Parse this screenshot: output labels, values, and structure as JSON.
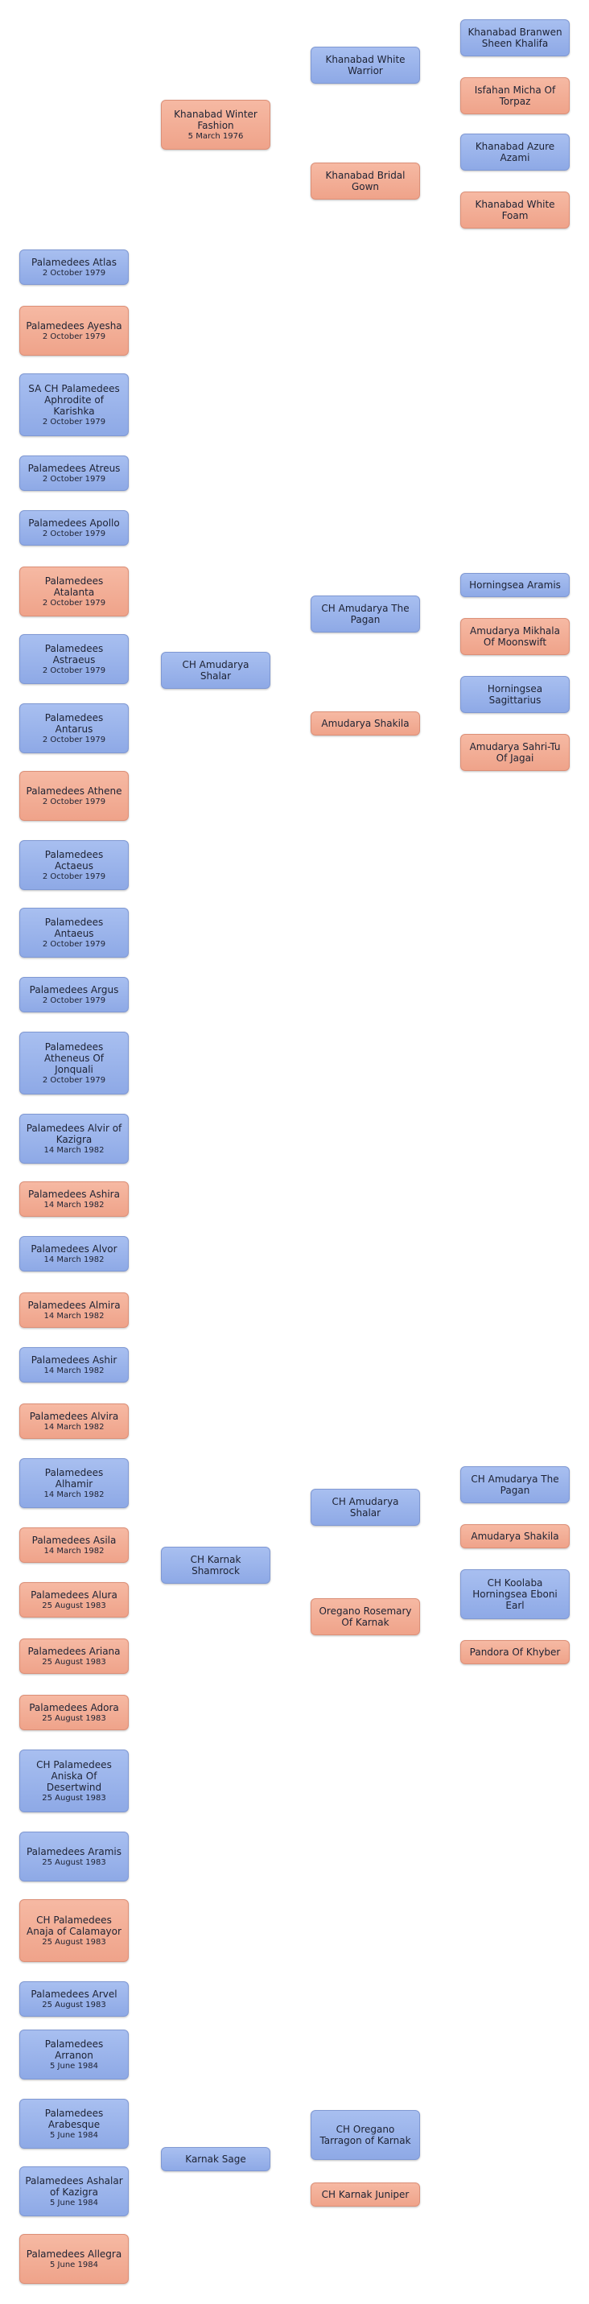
{
  "colors": {
    "male": "#96aeea",
    "female": "#f2ab92"
  },
  "groups": [
    {
      "sire": {
        "name": "Khanabad White Warrior",
        "sex": "male"
      },
      "dam": {
        "name": "Khanabad Winter Fashion",
        "date": "5 March 1976",
        "sex": "female"
      },
      "sire_parents": [
        {
          "name": "Khanabad Branwen Sheen Khalifa",
          "sex": "male"
        },
        {
          "name": "Isfahan Micha Of Torpaz",
          "sex": "female"
        }
      ],
      "dam_parents_label": "Khanabad Bridal Gown",
      "dam_parents": [
        {
          "name": "Khanabad Azure Azami",
          "sex": "male"
        },
        {
          "name": "Khanabad White Foam",
          "sex": "female"
        }
      ]
    },
    {
      "sire": {
        "name": "CH Amudarya Shalar",
        "sex": "male"
      },
      "grandsire": {
        "name": "CH Amudarya The Pagan",
        "sex": "male"
      },
      "granddam": {
        "name": "Amudarya Shakila",
        "sex": "female"
      },
      "ggp": [
        {
          "name": "Horningsea Aramis",
          "sex": "male"
        },
        {
          "name": "Amudarya Mikhala Of Moonswift",
          "sex": "female"
        },
        {
          "name": "Horningsea Sagittarius",
          "sex": "male"
        },
        {
          "name": "Amudarya Sahri-Tu Of Jagai",
          "sex": "female"
        }
      ]
    },
    {
      "sire": {
        "name": "CH Karnak Shamrock",
        "sex": "male"
      },
      "grandsire": {
        "name": "CH Amudarya Shalar",
        "sex": "male"
      },
      "granddam": {
        "name": "Oregano Rosemary Of Karnak",
        "sex": "female"
      },
      "ggp": [
        {
          "name": "CH Amudarya The Pagan",
          "sex": "male"
        },
        {
          "name": "Amudarya Shakila",
          "sex": "female"
        },
        {
          "name": "CH Koolaba Horningsea Eboni Earl",
          "sex": "male"
        },
        {
          "name": "Pandora Of Khyber",
          "sex": "female"
        }
      ]
    },
    {
      "sire": {
        "name": "Karnak Sage",
        "sex": "male"
      },
      "grandsire": {
        "name": "CH Oregano Tarragon of Karnak",
        "sex": "male"
      },
      "granddam": {
        "name": "CH Karnak Juniper",
        "sex": "female"
      }
    }
  ],
  "offspring": [
    {
      "name": "Palamedees Atlas",
      "date": "2 October 1979",
      "sex": "male"
    },
    {
      "name": "Palamedees Ayesha",
      "date": "2 October 1979",
      "sex": "female"
    },
    {
      "name": "SA CH Palamedees Aphrodite of Karishka",
      "date": "2 October 1979",
      "sex": "male"
    },
    {
      "name": "Palamedees Atreus",
      "date": "2 October 1979",
      "sex": "male"
    },
    {
      "name": "Palamedees Apollo",
      "date": "2 October 1979",
      "sex": "male"
    },
    {
      "name": "Palamedees Atalanta",
      "date": "2 October 1979",
      "sex": "female"
    },
    {
      "name": "Palamedees Astraeus",
      "date": "2 October 1979",
      "sex": "male"
    },
    {
      "name": "Palamedees Antarus",
      "date": "2 October 1979",
      "sex": "male"
    },
    {
      "name": "Palamedees Athene",
      "date": "2 October 1979",
      "sex": "female"
    },
    {
      "name": "Palamedees Actaeus",
      "date": "2 October 1979",
      "sex": "male"
    },
    {
      "name": "Palamedees Antaeus",
      "date": "2 October 1979",
      "sex": "male"
    },
    {
      "name": "Palamedees Argus",
      "date": "2 October 1979",
      "sex": "male"
    },
    {
      "name": "Palamedees Atheneus Of Jonquali",
      "date": "2 October 1979",
      "sex": "male"
    },
    {
      "name": "Palamedees Alvir of Kazigra",
      "date": "14 March 1982",
      "sex": "male"
    },
    {
      "name": "Palamedees Ashira",
      "date": "14 March 1982",
      "sex": "female"
    },
    {
      "name": "Palamedees Alvor",
      "date": "14 March 1982",
      "sex": "male"
    },
    {
      "name": "Palamedees Almira",
      "date": "14 March 1982",
      "sex": "female"
    },
    {
      "name": "Palamedees Ashir",
      "date": "14 March 1982",
      "sex": "male"
    },
    {
      "name": "Palamedees Alvira",
      "date": "14 March 1982",
      "sex": "female"
    },
    {
      "name": "Palamedees Alhamir",
      "date": "14 March 1982",
      "sex": "male"
    },
    {
      "name": "Palamedees Asila",
      "date": "14 March 1982",
      "sex": "female"
    },
    {
      "name": "Palamedees Alura",
      "date": "25 August 1983",
      "sex": "female"
    },
    {
      "name": "Palamedees Ariana",
      "date": "25 August 1983",
      "sex": "female"
    },
    {
      "name": "Palamedees Adora",
      "date": "25 August 1983",
      "sex": "female"
    },
    {
      "name": "CH Palamedees Aniska Of Desertwind",
      "date": "25 August 1983",
      "sex": "male"
    },
    {
      "name": "Palamedees Aramis",
      "date": "25 August 1983",
      "sex": "male"
    },
    {
      "name": "CH Palamedees Anaja of Calamayor",
      "date": "25 August 1983",
      "sex": "female"
    },
    {
      "name": "Palamedees Arvel",
      "date": "25 August 1983",
      "sex": "male"
    },
    {
      "name": "Palamedees Arranon",
      "date": "5 June 1984",
      "sex": "male"
    },
    {
      "name": "Palamedees Arabesque",
      "date": "5 June 1984",
      "sex": "male"
    },
    {
      "name": "Palamedees Ashalar of Kazigra",
      "date": "5 June 1984",
      "sex": "male"
    },
    {
      "name": "Palamedees Allegra",
      "date": "5 June 1984",
      "sex": "female"
    }
  ]
}
